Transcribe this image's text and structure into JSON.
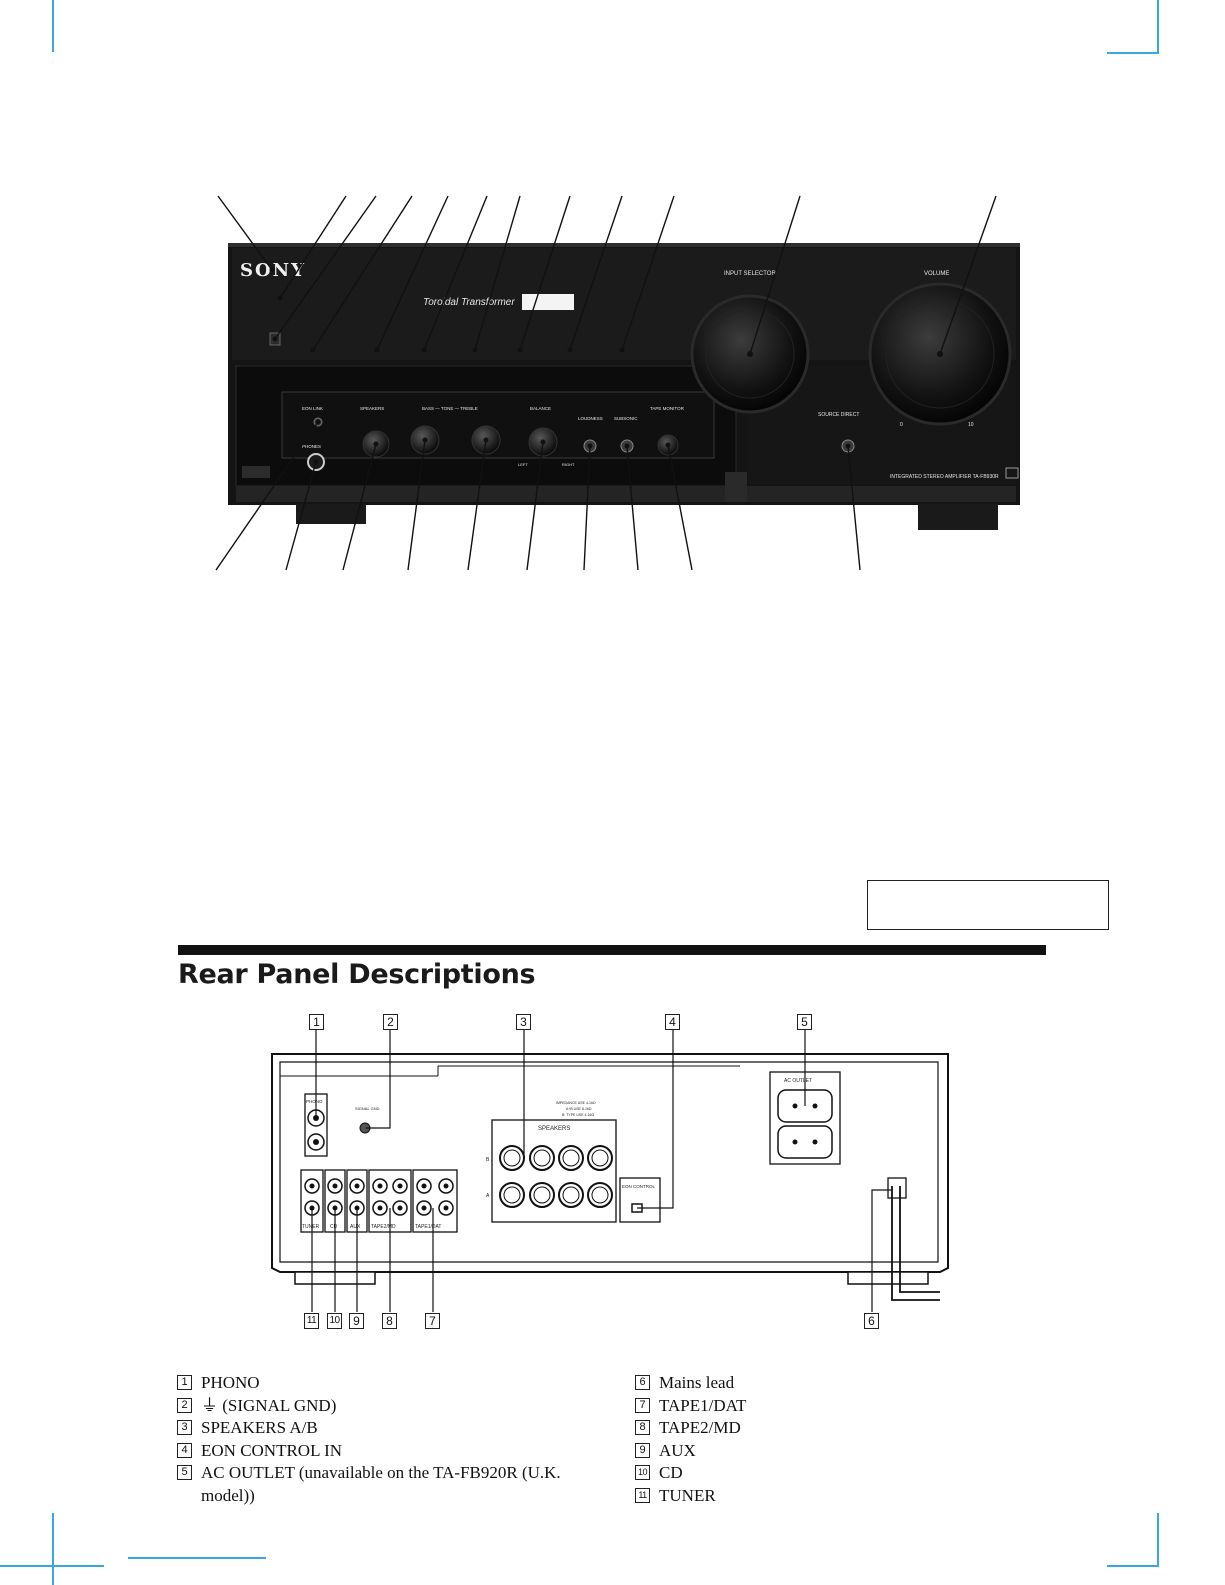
{
  "front_panel": {
    "brand": "SONY",
    "transformer_label": "Toroidal Transformer",
    "input_selector_label": "INPUT SELECTOR",
    "volume_label": "VOLUME",
    "source_direct_label": "SOURCE DIRECT",
    "speakers_label": "SPEAKERS",
    "tone_label": "BASS — TONE — TREBLE",
    "balance_label": "BALANCE",
    "loudness_label": "LOUDNESS",
    "subsonic_label": "SUBSONIC",
    "tape_monitor_label": "TAPE MONITOR",
    "model_label": "INTEGRATED STEREO AMPLIFIER  TA-FB930R",
    "eon_link_label": "EON LINK",
    "phones_label": "PHONES",
    "balance_right": "RIGHT",
    "balance_left": "LEFT",
    "volume_min": "0",
    "volume_max": "10"
  },
  "section": {
    "title": "Rear Panel Descriptions"
  },
  "rear_panel": {
    "ac_outlet_label": "AC OUTLET",
    "speakers_label": "SPEAKERS",
    "eon_control_label": "EON CONTROL",
    "signal_gnd_label": "SIGNAL GND",
    "phono_label": "PHONO",
    "impedance_lines": [
      "IMPEDANCE USE 4-16Ω",
      "A+B USE 8-16Ω",
      "B: TYPE USE 4-16Ω"
    ],
    "jack_groups": [
      "TUNER",
      "CD",
      "AUX",
      "TAPE2/MD",
      "TAPE1/DAT"
    ],
    "terminal_row_labels": [
      "B",
      "A"
    ]
  },
  "callouts": {
    "top": [
      "1",
      "2",
      "3",
      "4",
      "5"
    ],
    "bottom": [
      "11",
      "10",
      "9",
      "8",
      "7",
      "6"
    ]
  },
  "legend": {
    "left": [
      {
        "num": "1",
        "text": "PHONO"
      },
      {
        "num": "2",
        "text": "⏚ (SIGNAL GND)"
      },
      {
        "num": "3",
        "text": "SPEAKERS A/B"
      },
      {
        "num": "4",
        "text": "EON CONTROL IN"
      },
      {
        "num": "5",
        "text": "AC OUTLET (unavailable on the TA-FB920R (U.K. model))"
      }
    ],
    "right": [
      {
        "num": "6",
        "text": "Mains lead"
      },
      {
        "num": "7",
        "text": "TAPE1/DAT"
      },
      {
        "num": "8",
        "text": "TAPE2/MD"
      },
      {
        "num": "9",
        "text": "AUX"
      },
      {
        "num": "10",
        "text": "CD"
      },
      {
        "num": "11",
        "text": "TUNER"
      }
    ]
  }
}
